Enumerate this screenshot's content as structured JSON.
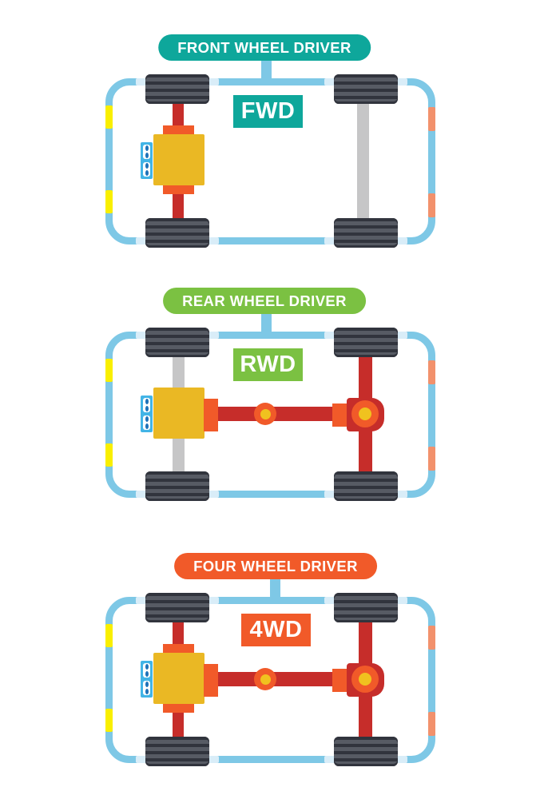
{
  "title": "Car drivetrain types diagram",
  "sections": [
    {
      "id": "fwd",
      "pill_label": "FRONT WHEEL DRIVER",
      "badge_label": "FWD",
      "accent_color": "#0ea79b",
      "driven_axles": "front",
      "front_axle": "driven-red",
      "rear_axle": "free-gray",
      "has_driveshaft": false
    },
    {
      "id": "rwd",
      "pill_label": "REAR WHEEL DRIVER",
      "badge_label": "RWD",
      "accent_color": "#7bc142",
      "driven_axles": "rear",
      "front_axle": "free-gray",
      "rear_axle": "driven-red",
      "has_driveshaft": true
    },
    {
      "id": "4wd",
      "pill_label": "FOUR WHEEL DRIVER",
      "badge_label": "4WD",
      "accent_color": "#f15a29",
      "driven_axles": "front and rear",
      "front_axle": "driven-red",
      "rear_axle": "driven-red",
      "has_driveshaft": true
    }
  ],
  "colors": {
    "chassis_outline": "#7ec8e6",
    "chassis_highlight": "#d9edf8",
    "headlight_yellow": "#f9ef00",
    "taillight_salmon": "#f2916c",
    "wheel_dark": "#31343d",
    "wheel_light": "#575b64",
    "axle_free_gray": "#c6c6c7",
    "axle_driven_red": "#c62d2a",
    "engine_yellow": "#eab824",
    "engine_mount_orange": "#f15a29",
    "radiator_blue": "#42b4e6",
    "fan_blue": "#1d71b8",
    "joint_ring_orange": "#f15a29",
    "joint_center_yellow": "#f0c21f",
    "label_text": "#ffffff",
    "background": "#ffffff"
  }
}
